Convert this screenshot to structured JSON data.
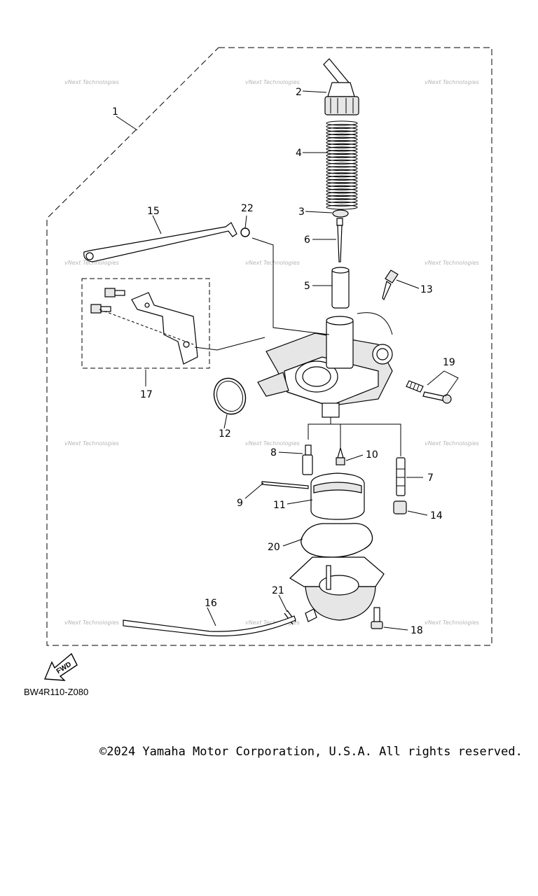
{
  "diagram": {
    "callouts": [
      "1",
      "2",
      "3",
      "4",
      "5",
      "6",
      "7",
      "8",
      "9",
      "10",
      "11",
      "12",
      "13",
      "14",
      "15",
      "16",
      "17",
      "18",
      "19",
      "20",
      "21",
      "22"
    ],
    "watermark_text": "vNext Technologies",
    "drawing_code": "BW4R110-Z080",
    "fwd_label": "FWD",
    "copyright": "©2024 Yamaha Motor Corporation, U.S.A. All rights reserved."
  }
}
